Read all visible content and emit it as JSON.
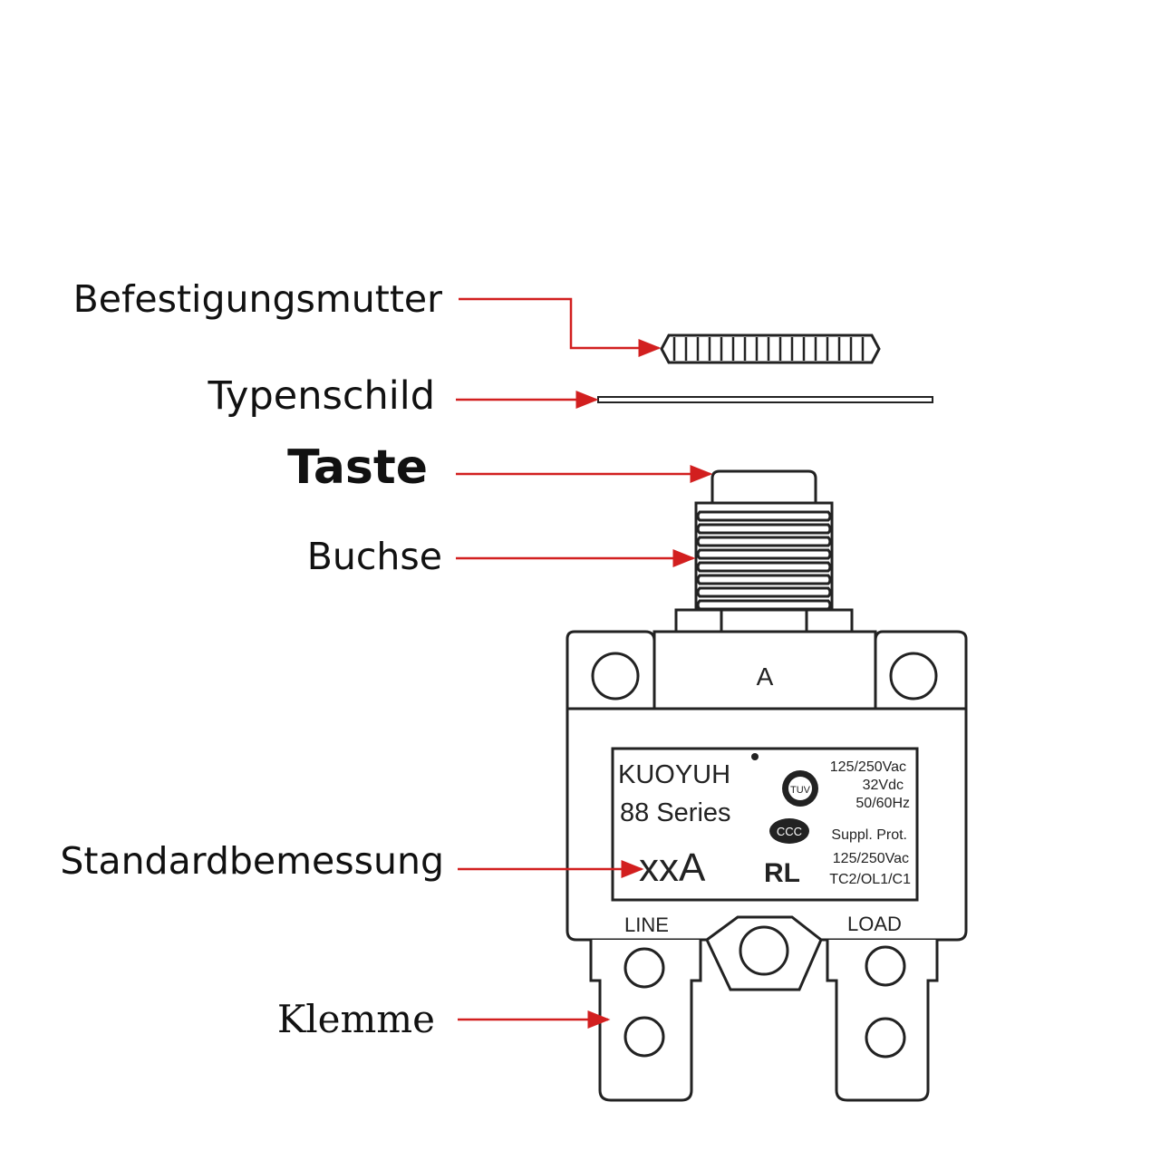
{
  "labels": {
    "nut": "Befestigungsmutter",
    "plate": "Typenschild",
    "button": "Taste",
    "bushing": "Buchse",
    "rating": "Standardbemessung",
    "terminal": "Klemme"
  },
  "device": {
    "top_letter": "A",
    "brand": "KUOYUH",
    "series": "88 Series",
    "rating": "xxA",
    "spec_voltage": "125/250Vac",
    "spec_dc": "32Vdc",
    "spec_freq": "50/60Hz",
    "suppl": "Suppl. Prot.",
    "suppl_voltage": "125/250Vac",
    "codes": "TC2/OL1/C1",
    "terminal_left": "LINE",
    "terminal_right": "LOAD"
  },
  "colors": {
    "arrow": "#d21f1f",
    "line": "#222222"
  }
}
